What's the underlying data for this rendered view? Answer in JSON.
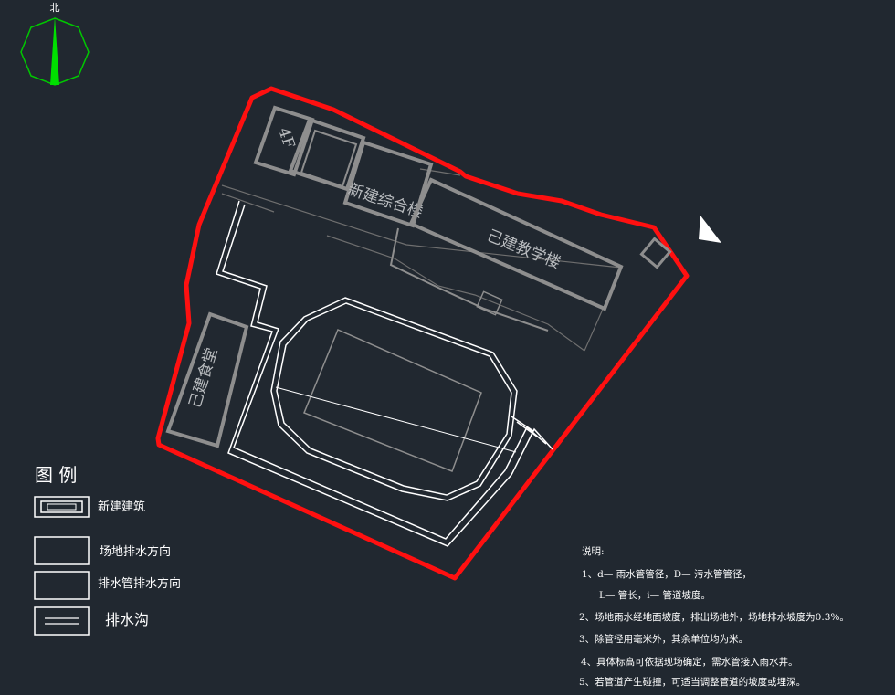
{
  "colors": {
    "background": "#212830",
    "boundary": "#ff0000",
    "building_new": "#8e8e8e",
    "building_existing": "#8e8e8e",
    "drainage": "#ffffff",
    "compass_ring": "#00c800",
    "compass_needle": "#00e000"
  },
  "compass": {
    "label": "北"
  },
  "buildings": {
    "gym_label": "4F",
    "new_complex": "新建综合楼",
    "teaching": "己建教学楼",
    "canteen": "己建食堂"
  },
  "legend": {
    "title": "图 例",
    "items": [
      {
        "icon": "new-building-symbol",
        "label": "新建建筑"
      },
      {
        "icon": "empty-box",
        "label": "场地排水方向"
      },
      {
        "icon": "empty-box",
        "label": "排水管排水方向"
      },
      {
        "icon": "double-line-symbol",
        "label": "排水沟"
      }
    ]
  },
  "notes": {
    "title": "说明:",
    "lines": [
      "1、d— 雨水管管径，D— 污水管管径，",
      "L— 管长，i— 管道坡度。",
      "2、场地雨水经地面坡度，排出场地外，场地排水坡度为0.3%。",
      "3、除管径用毫米外，其余单位均为米。",
      "4、具体标高可依据现场确定，需水管接入雨水井。",
      "5、若管道产生碰撞，可适当调整管道的坡度或埋深。"
    ]
  }
}
